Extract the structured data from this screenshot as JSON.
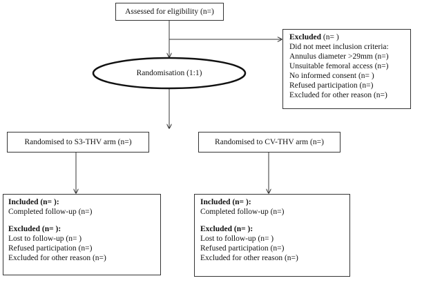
{
  "assessed": {
    "label": "Assessed for eligibility (n=)"
  },
  "excluded": {
    "heading": "Excluded",
    "heading_count": " (n= )",
    "items": [
      "Did not meet inclusion criteria:",
      "Annulus diameter >29mm (n=)",
      "Unsuitable femoral access (n=)",
      "No informed consent (n= )",
      "Refused participation (n=)",
      "Excluded for other reason (n=)"
    ]
  },
  "randomisation": {
    "label": "Randomisation (1:1)"
  },
  "arms": [
    {
      "label": "Randomised to S3-THV arm (n=)",
      "included_heading": "Included (n= ):",
      "included_items": [
        "Completed  follow-up (n=)"
      ],
      "excluded_heading": "Excluded (n= ):",
      "excluded_items": [
        "Lost to follow-up (n= )",
        "Refused participation (n=)",
        "Excluded for other reason (n=)"
      ]
    },
    {
      "label": "Randomised to CV-THV arm (n=)",
      "included_heading": "Included (n= ):",
      "included_items": [
        "Completed  follow-up (n=)"
      ],
      "excluded_heading": "Excluded (n= ):",
      "excluded_items": [
        "Lost to follow-up (n= )",
        "Refused participation (n=)",
        "Excluded for other reason (n=)"
      ]
    }
  ]
}
